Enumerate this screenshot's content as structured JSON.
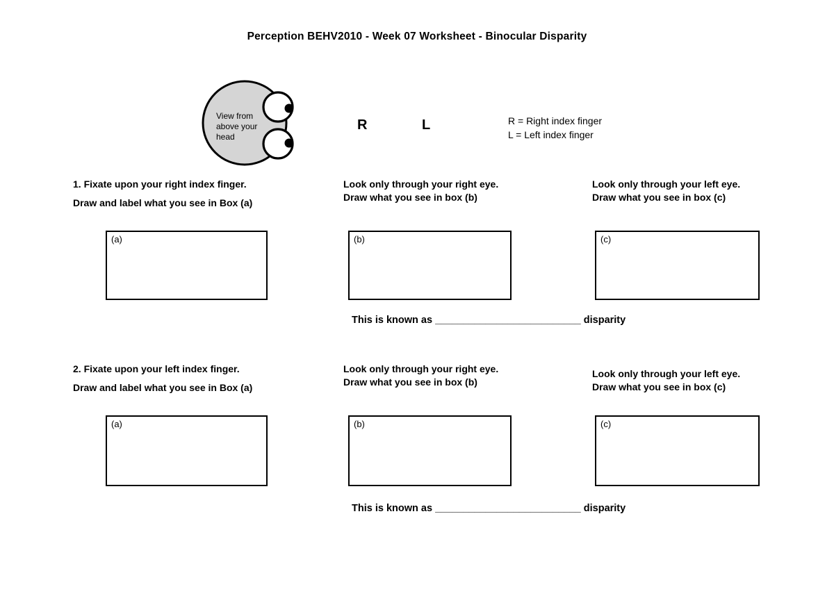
{
  "page": {
    "title": "Perception BEHV2010 - Week 07 Worksheet - Binocular Disparity",
    "background_color": "#ffffff",
    "text_color": "#000000"
  },
  "head_diagram": {
    "caption_lines": [
      "View from",
      "above your",
      "head"
    ],
    "head_fill": "#d5d5d5",
    "outline_color": "#000000",
    "eye_fill": "#ffffff",
    "pupil_color": "#000000"
  },
  "finger_labels": {
    "right": "R",
    "left": "L"
  },
  "legend": {
    "right_line": "R = Right index finger",
    "left_line": "L = Left index finger"
  },
  "sections": [
    {
      "instruction_line1": "1. Fixate upon your right index finger.",
      "instruction_line2": "Draw and label what you see in Box (a)",
      "right_eye_line1": "Look only through your right eye.",
      "right_eye_line2": "Draw what you see in box (b)",
      "left_eye_line1": "Look only through your left eye.",
      "left_eye_line2": "Draw what you see in box (c)",
      "box_a_label": "(a)",
      "box_b_label": "(b)",
      "box_c_label": "(c)",
      "known_as_prefix": "This is known as ",
      "known_as_blank": "__________________________",
      "known_as_suffix": " disparity"
    },
    {
      "instruction_line1": "2. Fixate upon your left index finger.",
      "instruction_line2": "Draw and label what you see in Box (a)",
      "right_eye_line1": "Look only through your right eye.",
      "right_eye_line2": "Draw what you see in box (b)",
      "left_eye_line1": "Look only through your left eye.",
      "left_eye_line2": "Draw what you see in box (c)",
      "box_a_label": "(a)",
      "box_b_label": "(b)",
      "box_c_label": "(c)",
      "known_as_prefix": "This is known as ",
      "known_as_blank": "__________________________",
      "known_as_suffix": " disparity"
    }
  ]
}
